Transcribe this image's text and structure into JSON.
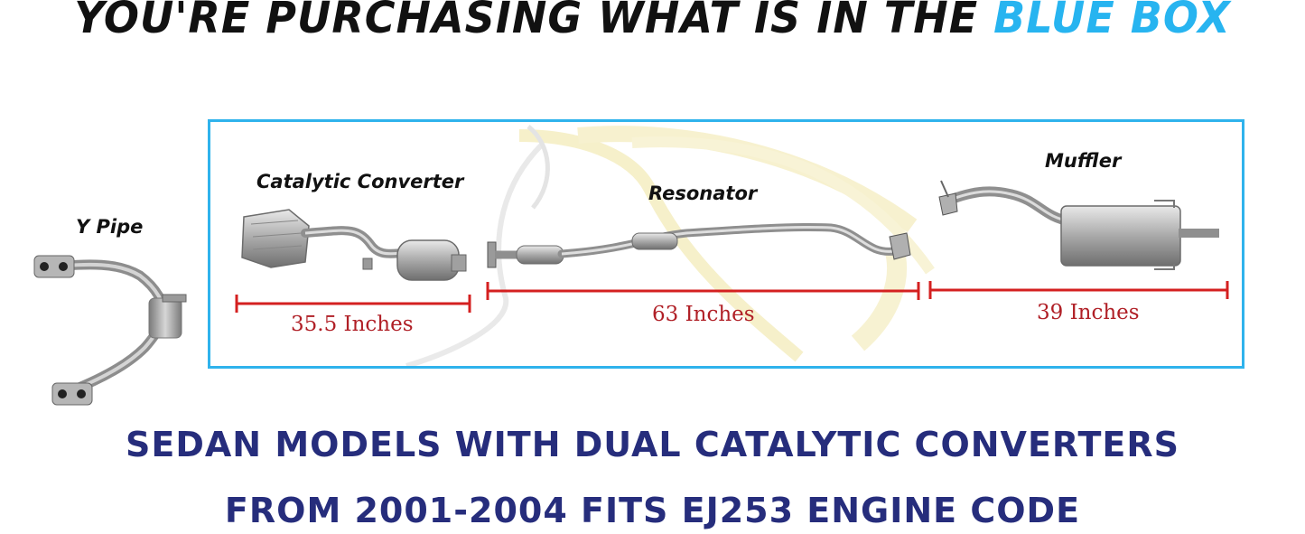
{
  "header": {
    "headline_main": "YOU'RE PURCHASING WHAT IS IN THE",
    "headline_accent": "BLUE BOX"
  },
  "parts": {
    "y_pipe": "Y Pipe",
    "catalytic_converter": "Catalytic Converter",
    "resonator": "Resonator",
    "muffler": "Muffler"
  },
  "measurements": {
    "catalytic_converter": "35.5 Inches",
    "resonator": "63 Inches",
    "muffler": "39 Inches"
  },
  "footer": {
    "line1": "SEDAN MODELS WITH DUAL CATALYTIC CONVERTERS",
    "line2": "FROM 2001-2004 FITS EJ253 ENGINE CODE"
  },
  "colors": {
    "accent_blue": "#27b4f0",
    "box_border": "#2fb3ec",
    "measure_red": "#d42020",
    "footer_navy": "#262d7c"
  }
}
